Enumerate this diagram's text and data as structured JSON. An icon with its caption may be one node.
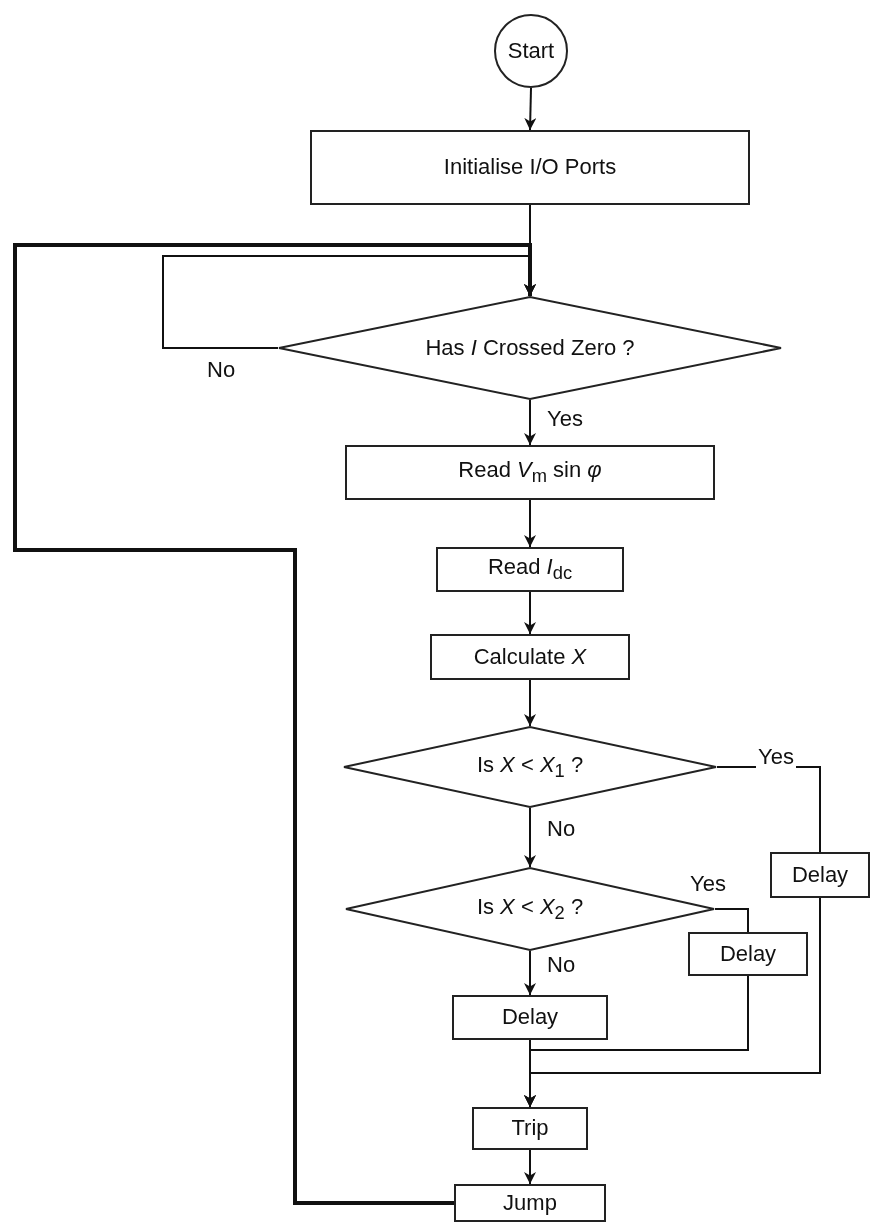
{
  "diagram": {
    "nodes": [
      {
        "text": [
          "Start"
        ]
      },
      {
        "text": [
          "Initialise I/O Ports"
        ]
      },
      {
        "text": [
          "Has *I* Crossed Zero ?"
        ]
      },
      {
        "text": [
          "Read *V*$_{m}$ sin *φ*"
        ]
      },
      {
        "text": [
          "Read *I*$_{dc}$"
        ]
      },
      {
        "text": [
          "Calculate *X*"
        ]
      },
      {
        "text": [
          "Is *X* < *X*$_{1}$ ?"
        ]
      },
      {
        "text": [
          "Is *X* < *X*$_{2}$ ?"
        ]
      },
      {
        "text": [
          "Delay"
        ]
      },
      {
        "text": [
          "Delay"
        ]
      },
      {
        "text": [
          "Delay"
        ]
      },
      {
        "text": [
          "Trip"
        ]
      },
      {
        "text": [
          "Jump"
        ]
      }
    ],
    "edges": [
      {
        "from": 0,
        "to": 1,
        "arrow": "to"
      },
      {
        "from": 1,
        "to": 2,
        "arrow": "to"
      },
      {
        "from": 2,
        "to": 2,
        "arrow": "to",
        "label": "No"
      },
      {
        "from": 2,
        "to": 3,
        "arrow": "to",
        "label": "Yes"
      },
      {
        "from": 3,
        "to": 4,
        "arrow": "to"
      },
      {
        "from": 4,
        "to": 5,
        "arrow": "to"
      },
      {
        "from": 5,
        "to": 6,
        "arrow": "to"
      },
      {
        "from": 6,
        "to": 7,
        "arrow": "to",
        "label": "No"
      },
      {
        "from": 6,
        "to": 8,
        "arrow": "none",
        "label": "Yes"
      },
      {
        "from": 7,
        "to": 10,
        "arrow": "to",
        "label": "No"
      },
      {
        "from": 7,
        "to": 9,
        "arrow": "none",
        "label": "Yes"
      },
      {
        "from": 10,
        "to": 11,
        "arrow": "to"
      },
      {
        "from": 9,
        "to": 11,
        "arrow": "to"
      },
      {
        "from": 8,
        "to": 11,
        "arrow": "to"
      },
      {
        "from": 11,
        "to": 12,
        "arrow": "to"
      },
      {
        "from": 12,
        "to": 2,
        "arrow": "to",
        "style": "thick"
      }
    ]
  }
}
